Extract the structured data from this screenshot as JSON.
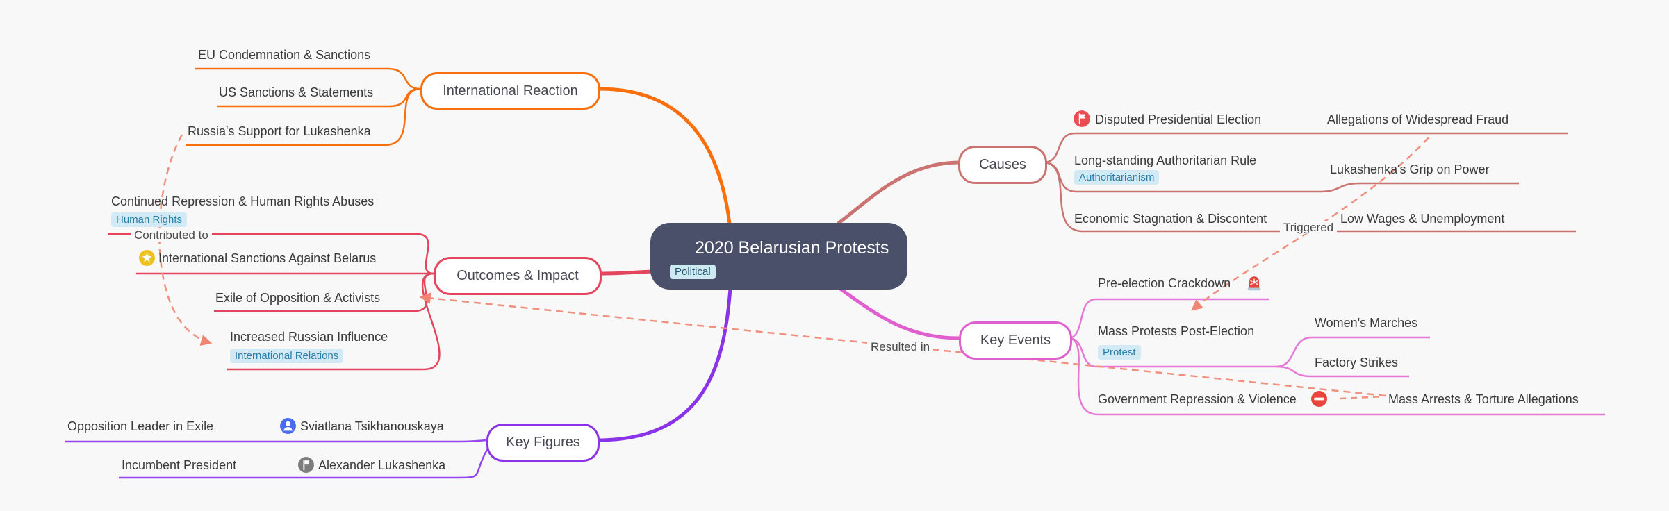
{
  "app": {
    "background": "#f8f8f8"
  },
  "root": {
    "title": "2020 Belarusian Protests",
    "tag": "Political",
    "bg_color": "#4a506a",
    "tag_bg": "#cde9f2"
  },
  "branches": {
    "international_reaction": {
      "label": "International Reaction",
      "color": "#f8700d",
      "children": {
        "eu": {
          "label": "EU Condemnation & Sanctions"
        },
        "us": {
          "label": "US Sanctions & Statements"
        },
        "russia": {
          "label": "Russia's Support for Lukashenka"
        }
      }
    },
    "causes": {
      "label": "Causes",
      "color": "#cb7370",
      "children": {
        "disputed": {
          "label": "Disputed Presidential Election",
          "icon": "red-flag-badge",
          "child": {
            "label": "Allegations of Widespread Fraud"
          }
        },
        "authoritarian": {
          "label": "Long-standing Authoritarian Rule",
          "tag": "Authoritarianism",
          "child": {
            "label": "Lukashenka's Grip on Power"
          }
        },
        "economic": {
          "label": "Economic Stagnation & Discontent",
          "child": {
            "label": "Low Wages & Unemployment"
          }
        }
      }
    },
    "outcomes": {
      "label": "Outcomes & Impact",
      "color": "#e5455c",
      "children": {
        "repression": {
          "label": "Continued Repression & Human Rights Abuses",
          "tag": "Human Rights"
        },
        "sanctions": {
          "label": "International Sanctions Against Belarus",
          "icon": "gold-star-badge"
        },
        "exile": {
          "label": "Exile of Opposition & Activists"
        },
        "influence": {
          "label": "Increased Russian Influence",
          "tag": "International Relations"
        }
      }
    },
    "key_events": {
      "label": "Key Events",
      "color": "#e05fce",
      "children": {
        "crackdown": {
          "label": "Pre-election Crackdown",
          "icon": "siren"
        },
        "protests": {
          "label": "Mass Protests Post-Election",
          "tag": "Protest",
          "children": {
            "women": {
              "label": "Women's Marches"
            },
            "factory": {
              "label": "Factory Strikes"
            }
          }
        },
        "repression": {
          "label": "Government Repression & Violence",
          "icon": "no-entry",
          "child": {
            "label": "Mass Arrests & Torture Allegations"
          }
        }
      }
    },
    "key_figures": {
      "label": "Key Figures",
      "color": "#8a33e8",
      "children": {
        "tsikhanouskaya": {
          "label": "Sviatlana Tsikhanouskaya",
          "icon": "person-blue-badge",
          "child": {
            "label": "Opposition Leader in Exile"
          }
        },
        "lukashenka": {
          "label": "Alexander Lukashenka",
          "icon": "gray-flag-badge",
          "child": {
            "label": "Incumbent President"
          }
        }
      }
    }
  },
  "relations": {
    "contributed": {
      "label": "Contributed to",
      "color": "#f0907f"
    },
    "triggered": {
      "label": "Triggered",
      "color": "#f0907f"
    },
    "resulted": {
      "label": "Resulted in",
      "color": "#f0907f"
    }
  }
}
